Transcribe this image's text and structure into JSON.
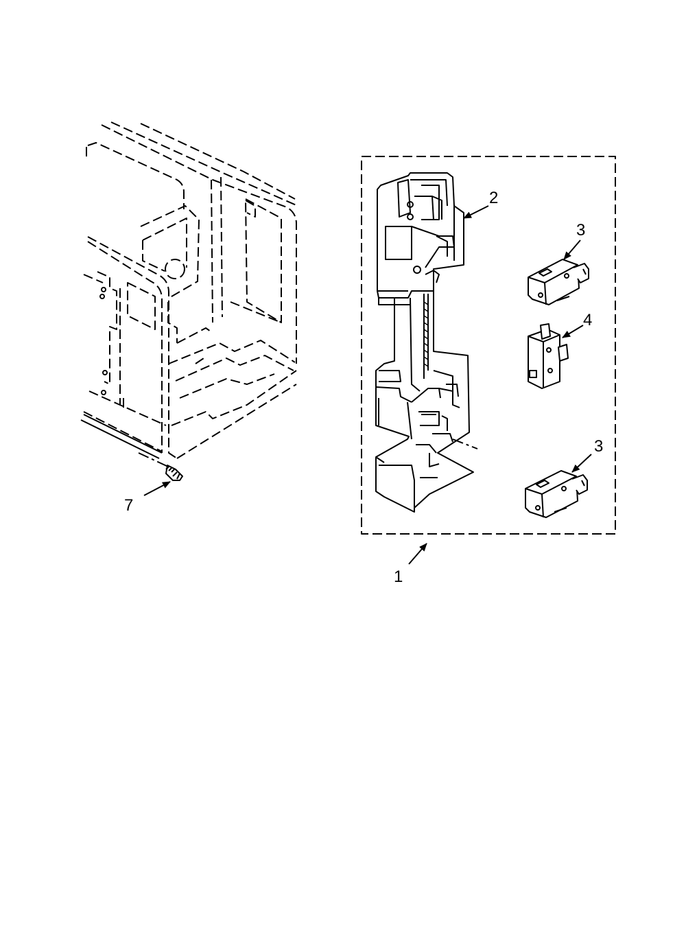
{
  "callouts": {
    "part_1": "1",
    "part_2": "2",
    "part_3_upper": "3",
    "part_4": "4",
    "part_3_lower": "3",
    "part_7": "7"
  },
  "colors": {
    "ink": "#000000",
    "paper": "#ffffff"
  }
}
